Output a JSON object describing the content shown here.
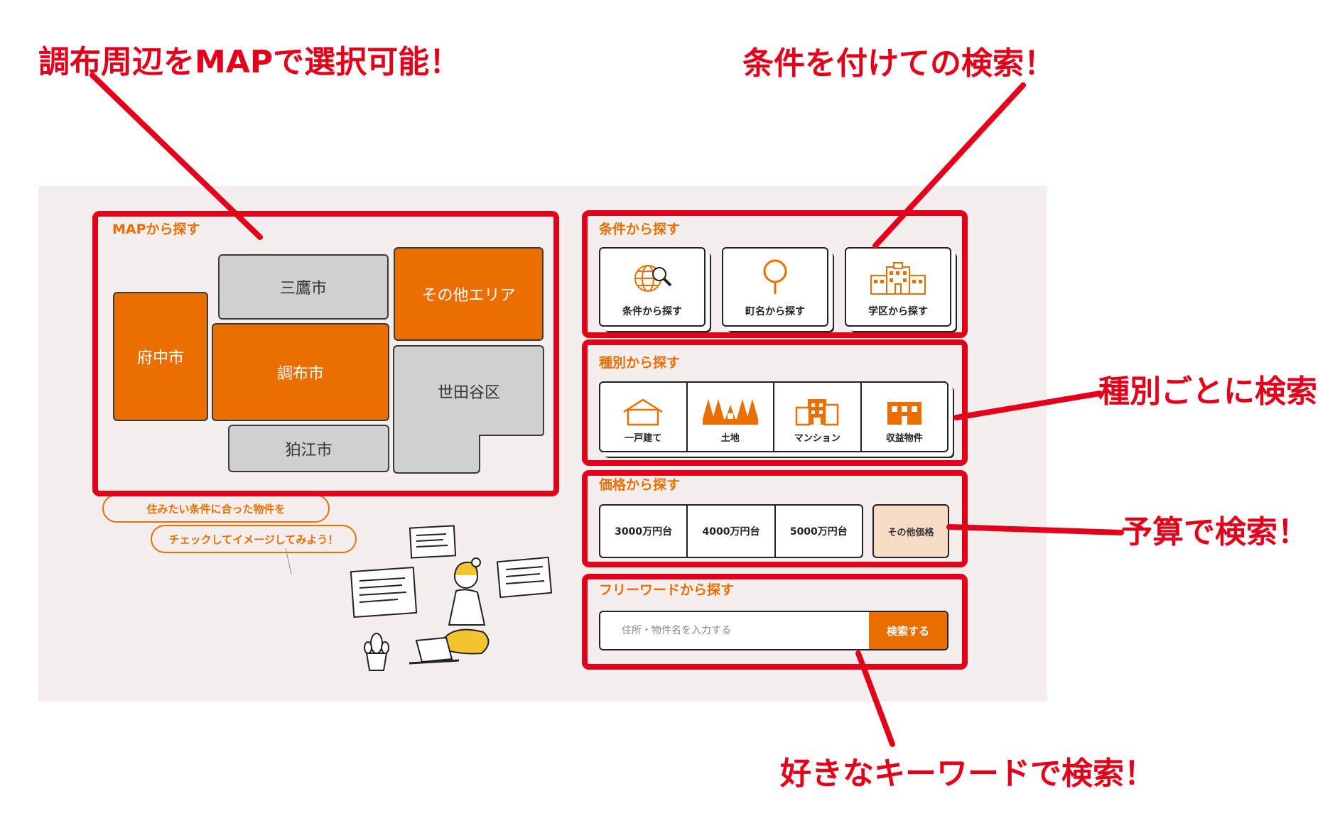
{
  "annotations": {
    "map": "調布周辺をMAPで選択可能！",
    "conditions": "条件を付けての検索！",
    "type": "種別ごとに検索",
    "price": "予算で検索！",
    "keyword": "好きなキーワードで検索！"
  },
  "map_section": {
    "title": "MAPから探す",
    "areas": {
      "mitaka": "三鷹市",
      "others": "その他エリア",
      "fuchu": "府中市",
      "chofu": "調布市",
      "setagaya": "世田谷区",
      "komae": "狛江市"
    }
  },
  "conditions_section": {
    "title": "条件から探す",
    "cards": [
      {
        "label": "条件から探す",
        "icon": "globe-search-icon"
      },
      {
        "label": "町名から探す",
        "icon": "map-pin-icon"
      },
      {
        "label": "学区から探す",
        "icon": "school-icon"
      }
    ]
  },
  "type_section": {
    "title": "種別から探す",
    "items": [
      {
        "label": "一戸建て",
        "icon": "house-icon"
      },
      {
        "label": "土地",
        "icon": "land-icon"
      },
      {
        "label": "マンション",
        "icon": "apartment-icon"
      },
      {
        "label": "収益物件",
        "icon": "income-property-icon"
      }
    ]
  },
  "price_section": {
    "title": "価格から探す",
    "items": [
      "3000万円台",
      "4000万円台",
      "5000万円台"
    ],
    "other": "その他価格"
  },
  "keyword_section": {
    "title": "フリーワードから探す",
    "placeholder": "住所・物件名を入力する",
    "button": "検索する"
  },
  "bubble": {
    "line1": "住みたい条件に合った物件を",
    "line2": "チェックしてイメージしてみよう！"
  },
  "colors": {
    "accent": "#ea6e00",
    "annotation": "#e2001a",
    "panel_bg": "#f4efee",
    "area_gray": "#d0d0d0",
    "price_other_bg": "#f7dcc6"
  }
}
